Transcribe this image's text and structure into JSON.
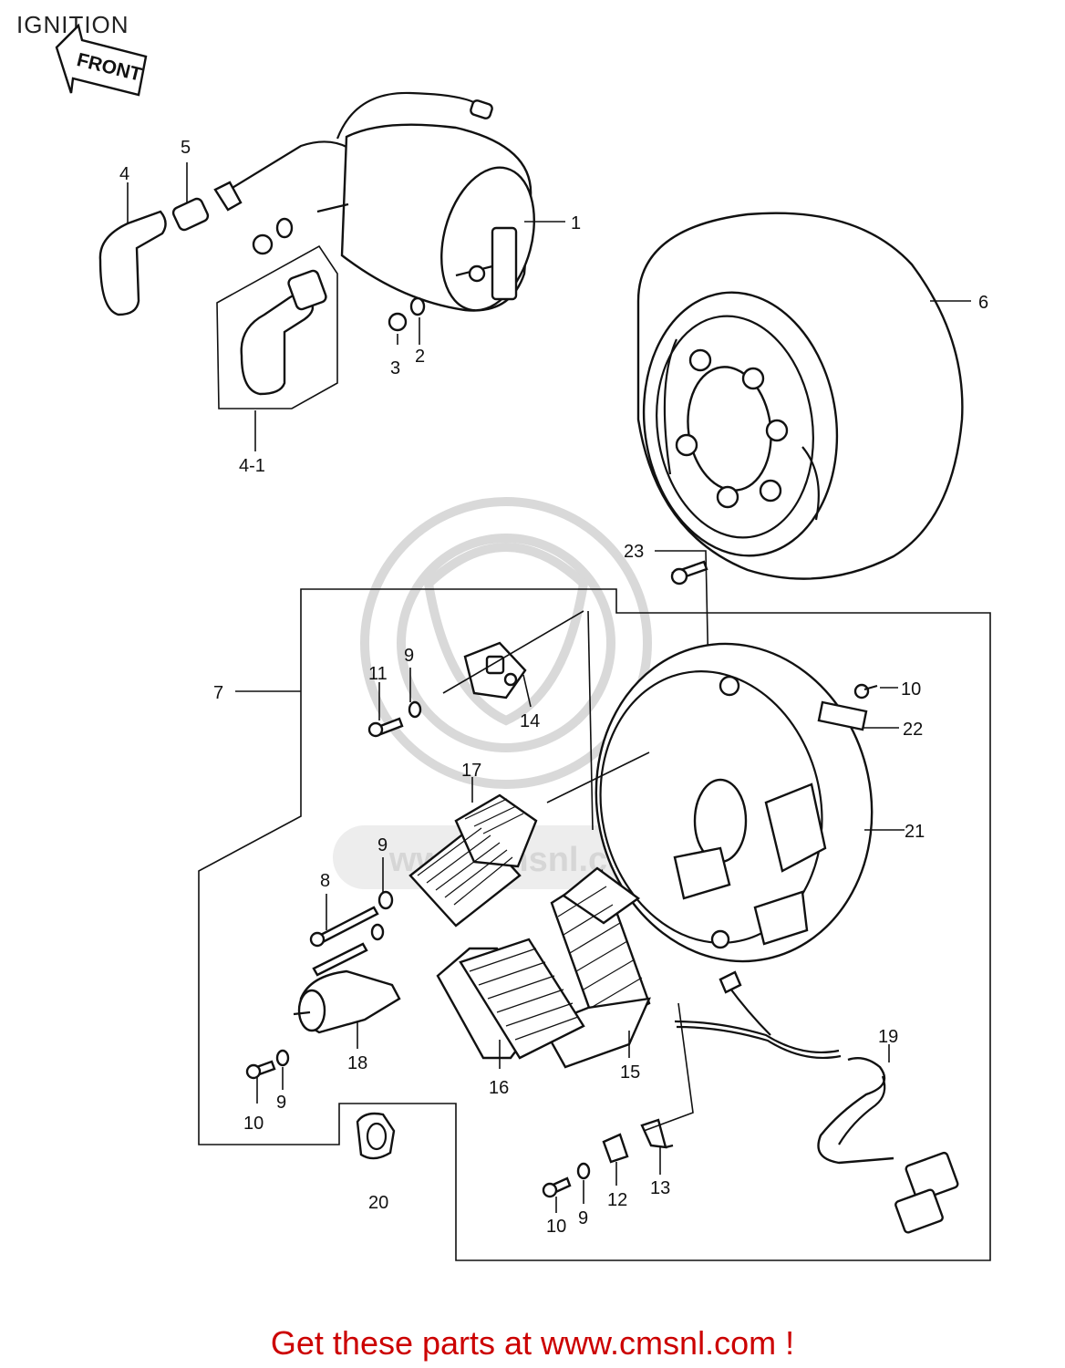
{
  "title": "IGNITION",
  "front_label": "FRONT",
  "watermark": "www.cmsnl.com",
  "footer": {
    "text": "Get these parts at www.cmsnl.com !",
    "color": "#cc0000"
  },
  "callouts": {
    "c1": "1",
    "c2": "2",
    "c3": "3",
    "c4": "4",
    "c4_1": "4-1",
    "c5": "5",
    "c6": "6",
    "c7": "7",
    "c8": "8",
    "c9a": "9",
    "c9b": "9",
    "c9c": "9",
    "c9d": "9",
    "c10a": "10",
    "c10b": "10",
    "c10c": "10",
    "c11": "11",
    "c12": "12",
    "c13": "13",
    "c14": "14",
    "c15": "15",
    "c16": "16",
    "c17": "17",
    "c18": "18",
    "c19": "19",
    "c20": "20",
    "c21": "21",
    "c22": "22",
    "c23": "23"
  }
}
